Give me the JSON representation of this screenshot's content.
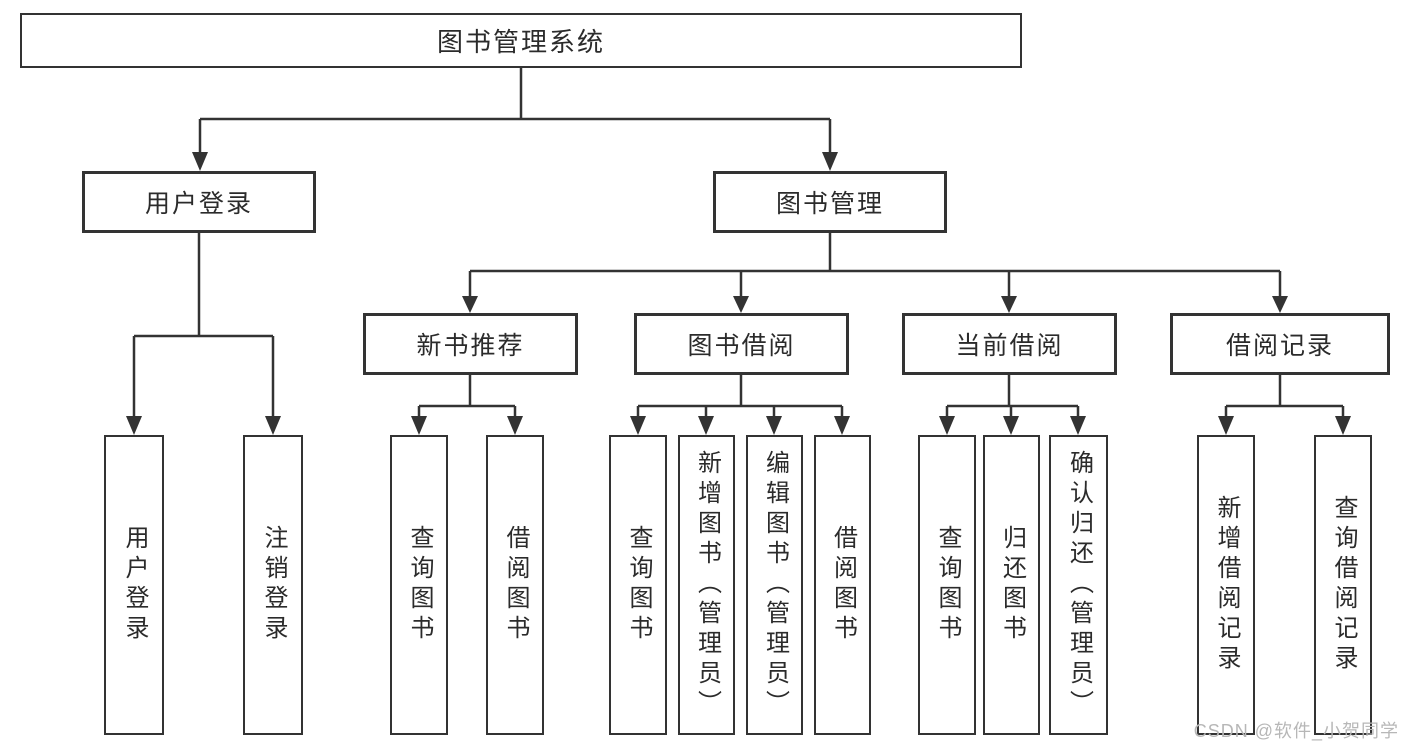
{
  "colors": {
    "background": "#ffffff",
    "line": "#333333",
    "box_border": "#333333",
    "text": "#2b2b2b",
    "watermark": "#b7b7b7"
  },
  "tree": {
    "root": {
      "id": "root",
      "label": "图书管理系统"
    },
    "level2": [
      {
        "id": "user-login",
        "label": "用户登录",
        "parent": "root"
      },
      {
        "id": "book-management",
        "label": "图书管理",
        "parent": "root"
      }
    ],
    "level3": [
      {
        "id": "new-book-recommend",
        "label": "新书推荐",
        "parent": "book-management"
      },
      {
        "id": "book-borrow",
        "label": "图书借阅",
        "parent": "book-management"
      },
      {
        "id": "current-borrow",
        "label": "当前借阅",
        "parent": "book-management"
      },
      {
        "id": "borrow-records",
        "label": "借阅记录",
        "parent": "book-management"
      }
    ],
    "leaves": [
      {
        "label": "用户登录",
        "parent": "user-login"
      },
      {
        "label": "注销登录",
        "parent": "user-login"
      },
      {
        "label": "查询图书",
        "parent": "new-book-recommend"
      },
      {
        "label": "借阅图书",
        "parent": "new-book-recommend"
      },
      {
        "label": "查询图书",
        "parent": "book-borrow"
      },
      {
        "label": "新增图书（管理员）",
        "parent": "book-borrow"
      },
      {
        "label": "编辑图书（管理员）",
        "parent": "book-borrow"
      },
      {
        "label": "借阅图书",
        "parent": "book-borrow"
      },
      {
        "label": "查询图书",
        "parent": "current-borrow"
      },
      {
        "label": "归还图书",
        "parent": "current-borrow"
      },
      {
        "label": "确认归还（管理员）",
        "parent": "current-borrow"
      },
      {
        "label": "新增借阅记录",
        "parent": "borrow-records"
      },
      {
        "label": "查询借阅记录",
        "parent": "borrow-records"
      }
    ]
  },
  "watermark": {
    "text": "CSDN @软件_小贺同学"
  }
}
